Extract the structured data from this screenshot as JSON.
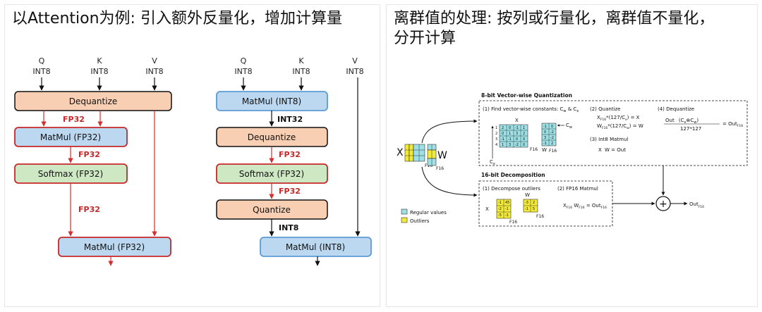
{
  "left": {
    "title": "以Attention为例: 引入额外反量化，增加计算量",
    "diagram_a": {
      "inputs": [
        {
          "name": "Q",
          "type": "INT8"
        },
        {
          "name": "K",
          "type": "INT8"
        },
        {
          "name": "V",
          "type": "INT8"
        }
      ],
      "dequantize": "Dequantize",
      "fp32_1": "FP32",
      "matmul1": "MatMul (FP32)",
      "fp32_2": "FP32",
      "softmax": "Softmax (FP32)",
      "fp32_3": "FP32",
      "matmul2": "MatMul (FP32)"
    },
    "diagram_b": {
      "inputs": [
        {
          "name": "Q",
          "type": "INT8"
        },
        {
          "name": "K",
          "type": "INT8"
        },
        {
          "name": "V",
          "type": "INT8"
        }
      ],
      "matmul1": "MatMul (INT8)",
      "int32": "INT32",
      "dequantize": "Dequantize",
      "fp32_1": "FP32",
      "softmax": "Softmax (FP32)",
      "fp32_2": "FP32",
      "quantize": "Quantize",
      "int8": "INT8",
      "matmul2": "MatMul (INT8)"
    },
    "colors": {
      "peach": "#f9cfb3",
      "blue": "#bcd8f0",
      "green": "#cfe8c4",
      "red_border": "#c62828",
      "blue_border": "#5b9bd5",
      "arrow_red": "#d32f2f"
    }
  },
  "right": {
    "title_line1": "离群值的处理: 按列或行量化，离群值不量化，",
    "title_line2": "分开计算",
    "vq": {
      "title": "8-bit Vector-wise Quantization",
      "step1": "(1) Find vector-wise constants: C",
      "step1_sub1": "w",
      "step1_mid": " & C",
      "step1_sub2": "x",
      "step2": "(2) Quantize",
      "step2_eq1": "X",
      "step2_eq1_rest": "*(127/C",
      "step2_eq1_tail": ") = X",
      "step2_eq2": "W",
      "step2_eq2_rest": "*(127/C",
      "step2_eq2_tail": ") = W",
      "step3": "(3) Int8 Matmul",
      "step3_eq": "X",
      "step3_eq_mid": " W",
      "step3_eq_tail": " = Out",
      "step4": "(4) Dequantize",
      "step4_num": "Out",
      "step4_num_tail": " (C",
      "step4_den": "127*127",
      "step4_res": "= Out",
      "matrix_x_label": "X",
      "matrix_w_label": "W",
      "cx": "C",
      "cw": "C",
      "x_rows": [
        "2",
        "1",
        "-1",
        "1",
        "3",
        "0",
        "-1",
        "-1"
      ],
      "x_vals": [
        [
          "2",
          "0",
          "-1",
          "1"
        ],
        [
          "0",
          "1",
          "3",
          "2"
        ],
        [
          "-1",
          "-1",
          "0",
          "0"
        ],
        [
          "1",
          "3",
          "-2",
          "0"
        ]
      ],
      "w_vals": [
        [
          "-1",
          "0"
        ],
        [
          "0",
          "-2"
        ],
        [
          "3",
          "-2"
        ],
        [
          "-1",
          "2"
        ]
      ],
      "row_idx": [
        "1",
        "2",
        "3",
        "4"
      ]
    },
    "dec": {
      "title": "16-bit Decomposition",
      "step1": "(1) Decompose outliers",
      "step2": "(2) FP16 Matmul",
      "eq_x": "X",
      "eq_w": " W",
      "eq_out": " = Out",
      "mx_label": "X",
      "mw_label": "W",
      "x_vals": [
        [
          "-1",
          "45"
        ],
        [
          "-2",
          "-1"
        ],
        [
          "-5",
          "-1"
        ]
      ],
      "w_vals": [
        [
          "-3",
          "2"
        ],
        [
          "-1",
          "5"
        ]
      ]
    },
    "big_x": "X",
    "big_w": "W",
    "fp16": "F16",
    "out": "Out",
    "legend": [
      "Regular values",
      "Outliers"
    ],
    "colors": {
      "regular": "#9ee0e5",
      "outlier": "#f2ea3a"
    }
  }
}
